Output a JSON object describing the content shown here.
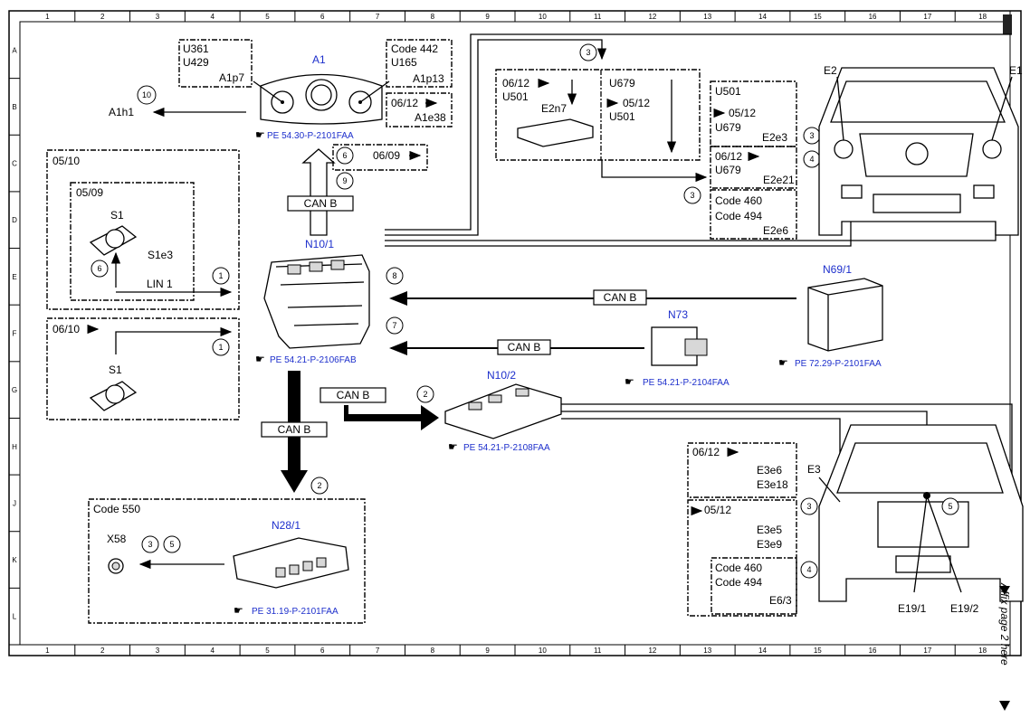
{
  "frame": {
    "columns": [
      "1",
      "2",
      "3",
      "4",
      "5",
      "6",
      "7",
      "8",
      "9",
      "10",
      "11",
      "12",
      "13",
      "14",
      "15",
      "16",
      "17",
      "18"
    ],
    "rows": [
      "A",
      "B",
      "C",
      "D",
      "E",
      "F",
      "G",
      "H",
      "J",
      "K",
      "L"
    ]
  },
  "footer_note": "Affix page 2 here",
  "components": {
    "a1": {
      "label": "A1",
      "ref": "PE 54.30-P-2101FAA",
      "sub1": "A1p7",
      "sub2": "A1p13",
      "sub3": "A1e38"
    },
    "a1h1": "A1h1",
    "n10_1": {
      "label": "N10/1",
      "ref": "PE 54.21-P-2106FAB"
    },
    "n10_2": {
      "label": "N10/2",
      "ref": "PE 54.21-P-2108FAA"
    },
    "n73": {
      "label": "N73",
      "ref": "PE 54.21-P-2104FAA"
    },
    "n69_1": {
      "label": "N69/1",
      "ref": "PE 72.29-P-2101FAA"
    },
    "n28_1": {
      "label": "N28/1",
      "ref": "PE 31.19-P-2101FAA"
    },
    "s1_top": {
      "label": "S1",
      "sub": "S1e3"
    },
    "s1_bottom": {
      "label": "S1"
    },
    "x58": "X58",
    "e2n7": "E2n7",
    "e2": "E2",
    "e1": "E1",
    "e3": "E3",
    "e19_1": "E19/1",
    "e19_2": "E19/2"
  },
  "codes": {
    "u361": "U361",
    "u429": "U429",
    "code442": "Code 442",
    "u165": "U165",
    "d0612_a": "06/12",
    "d0609": "06/09",
    "d0510": "05/10",
    "d0509": "05/09",
    "d0610": "06/10",
    "lin1": "LIN 1",
    "d0612_b": "06/12",
    "u501_a": "U501",
    "u679_a": "U679",
    "d0512_a": "05/12",
    "u501_b": "U501",
    "u501_c": "U501",
    "d0512_b": "05/12",
    "u679_b": "U679",
    "e2e3": "E2e3",
    "d0612_c": "06/12",
    "u679_c": "U679",
    "e2e21": "E2e21",
    "code460_a": "Code 460",
    "code494_a": "Code 494",
    "e2e6": "E2e6",
    "code550": "Code 550",
    "d0612_d": "06/12",
    "e3e6": "E3e6",
    "e3e18": "E3e18",
    "d0512_c": "05/12",
    "e3e5": "E3e5",
    "e3e9": "E3e9",
    "code460_b": "Code 460",
    "code494_b": "Code 494",
    "e63": "E6/3"
  },
  "buses": {
    "canb_a1": "CAN B",
    "canb_n69": "CAN B",
    "canb_n73": "CAN B",
    "canb_n10_2": "CAN B",
    "canb_n28": "CAN B"
  },
  "circles": {
    "c10": "10",
    "c6a": "6",
    "c9": "9",
    "c3a": "3",
    "c3b": "3",
    "c4a": "4",
    "c3c": "3",
    "c1a": "1",
    "c6b": "6",
    "c1b": "1",
    "c8": "8",
    "c7": "7",
    "c2a": "2",
    "c2b": "2",
    "c3d": "3",
    "c5a": "5",
    "c3e": "3",
    "c4b": "4",
    "c5b": "5"
  }
}
